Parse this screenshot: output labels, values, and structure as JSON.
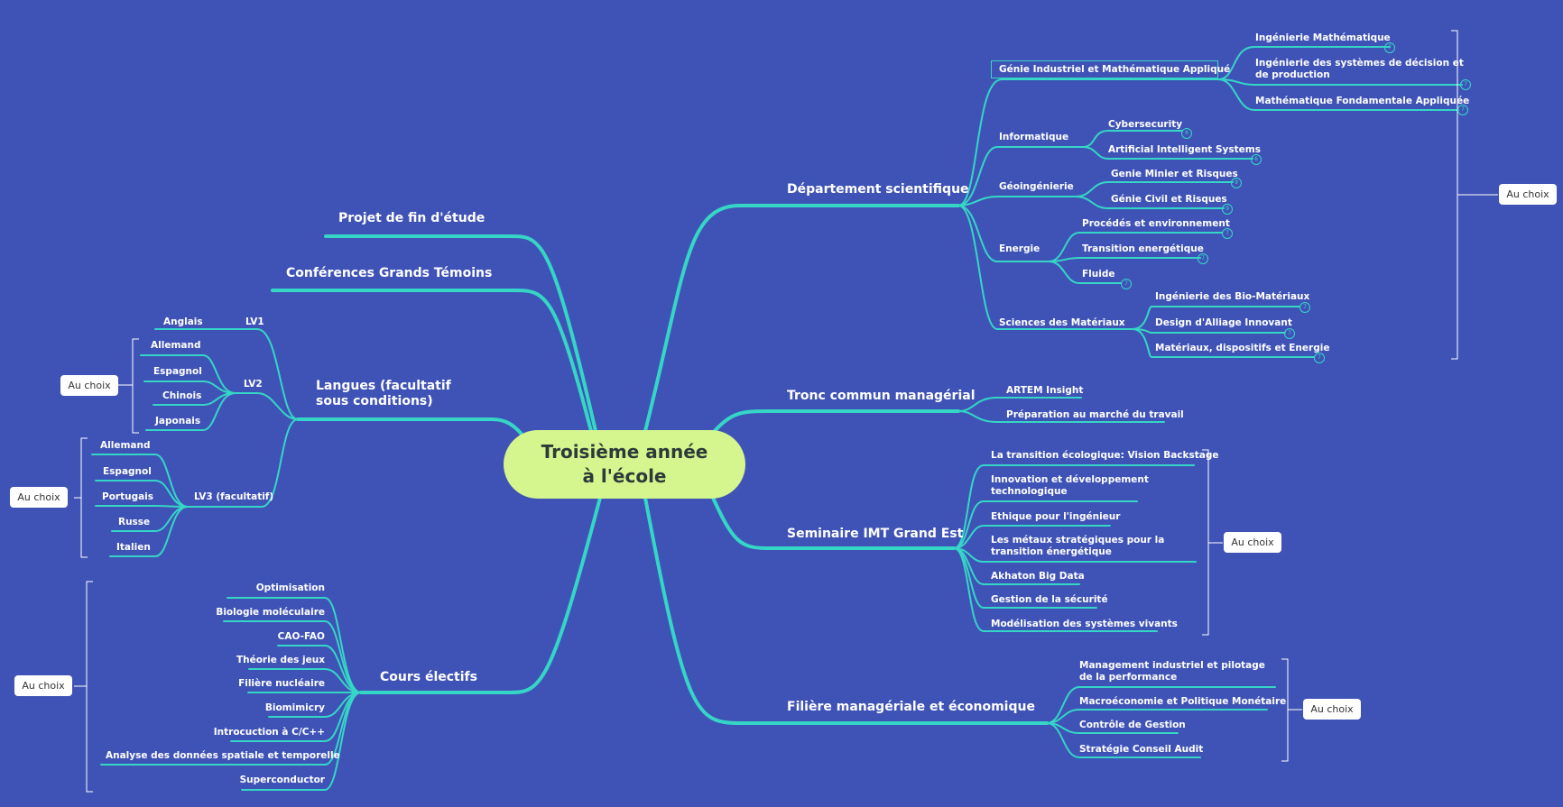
{
  "center": {
    "line1": "Troisième année",
    "line2": "à l'école"
  },
  "au_choix": "Au choix",
  "right": {
    "dept": {
      "label": "Département scientifique",
      "gima": {
        "label": "Génie Industriel et Mathématique Appliqué",
        "children": [
          {
            "label": "Ingénierie Mathématique",
            "badge": "7"
          },
          {
            "label": "Ingénierie des systèmes de décision et de production",
            "badge": "7"
          },
          {
            "label": "Mathématique Fondamentale Appliquée",
            "badge": "7"
          }
        ]
      },
      "info": {
        "label": "Informatique",
        "children": [
          {
            "label": "Cybersecurity",
            "badge": "6"
          },
          {
            "label": "Artificial Intelligent Systems",
            "badge": "6"
          }
        ]
      },
      "geo": {
        "label": "Géoingénierie",
        "children": [
          {
            "label": "Genie Minier et Risques",
            "badge": "9"
          },
          {
            "label": "Génie Civil et Risques",
            "badge": "9"
          }
        ]
      },
      "energie": {
        "label": "Energie",
        "children": [
          {
            "label": "Procédés et environnement",
            "badge": "7"
          },
          {
            "label": "Transition energétique",
            "badge": "7"
          },
          {
            "label": "Fluide",
            "badge": "7"
          }
        ]
      },
      "mat": {
        "label": "Sciences des Matériaux",
        "children": [
          {
            "label": "Ingénierie des Bio-Matériaux",
            "badge": "7"
          },
          {
            "label": "Design d'Alliage Innovant",
            "badge": "7"
          },
          {
            "label": "Matériaux, dispositifs et Energie",
            "badge": "7"
          }
        ]
      }
    },
    "tronc": {
      "label": "Tronc commun managérial",
      "children": [
        "ARTEM Insight",
        "Préparation au marché du travail"
      ]
    },
    "seminaire": {
      "label": "Seminaire IMT Grand Est",
      "children": [
        "La transition écologique: Vision Backstage",
        "Innovation et développement technologique",
        "Ethique pour l'ingénieur",
        "Les métaux stratégiques pour la transition énergétique",
        "Akhaton Big Data",
        "Gestion de la sécurité",
        "Modélisation des systèmes vivants"
      ]
    },
    "filiere": {
      "label": "Filière managériale et économique",
      "children": [
        "Management industriel et pilotage de la performance",
        "Macroéconomie et Politique Monétaire",
        "Contrôle de Gestion",
        "Stratégie Conseil Audit"
      ]
    }
  },
  "left": {
    "projet": "Projet de fin d'étude",
    "conferences": "Conférences Grands Témoins",
    "langues": {
      "label": "Langues (facultatif sous conditions)",
      "lv1": {
        "label": "LV1",
        "children": [
          "Anglais"
        ]
      },
      "lv2": {
        "label": "LV2",
        "children": [
          "Allemand",
          "Espagnol",
          "Chinois",
          "Japonais"
        ]
      },
      "lv3": {
        "label": "LV3 (facultatif)",
        "children": [
          "Allemand",
          "Espagnol",
          "Portugais",
          "Russe",
          "Italien"
        ]
      }
    },
    "cours": {
      "label": "Cours électifs",
      "children": [
        "Optimisation",
        "Biologie moléculaire",
        "CAO-FAO",
        "Théorie des jeux",
        "Filière nucléaire",
        "Biomimicry",
        "Introcuction à C/C++",
        "Analyse des données spatiale et temporelle",
        "Superconductor"
      ]
    }
  }
}
